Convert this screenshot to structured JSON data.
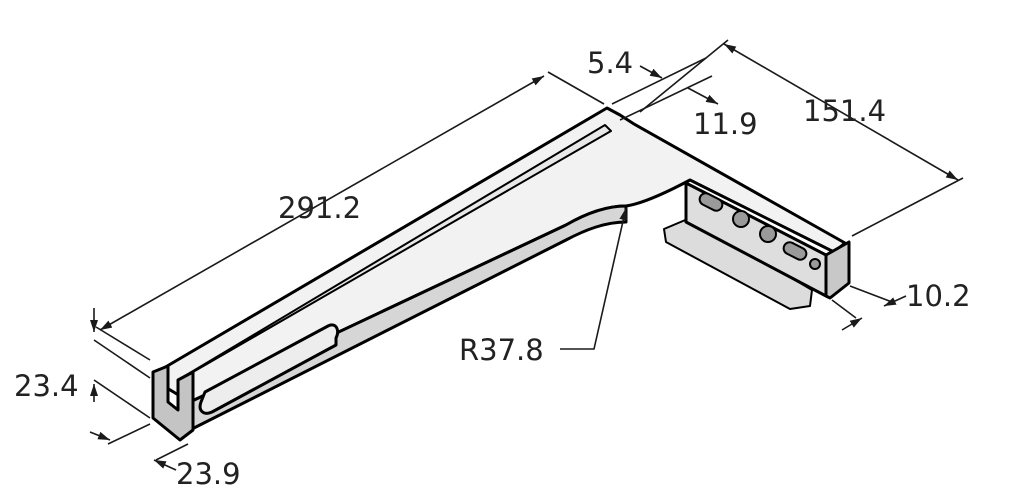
{
  "drawing": {
    "part": "angled-bracket",
    "colors": {
      "line": "#000000",
      "fill_light": "#f4f4f4",
      "fill_mid": "#dcdcdc",
      "fill_dark": "#b8b8b8",
      "text": "#222222"
    }
  },
  "dimensions": {
    "length_long": "291.2",
    "length_short": "151.4",
    "slot_gap": "5.4",
    "slot_offset": "11.9",
    "end_thickness": "10.2",
    "height": "23.4",
    "width": "23.9",
    "bend_radius": "R37.8"
  }
}
